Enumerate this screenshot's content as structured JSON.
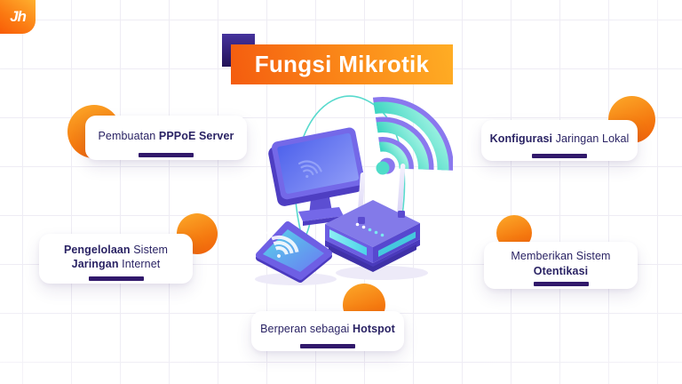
{
  "logo": {
    "text": "Jh"
  },
  "title": {
    "text": "Fungsi Mikrotik"
  },
  "cards": [
    {
      "name": "pembuatan-pppoe-server",
      "lines": [
        [
          {
            "t": "Pembuatan ",
            "bold": false
          },
          {
            "t": "PPPoE Server",
            "bold": true
          }
        ]
      ]
    },
    {
      "name": "konfigurasi-jaringan-lokal",
      "lines": [
        [
          {
            "t": "Konfigurasi ",
            "bold": true
          },
          {
            "t": "Jaringan Lokal",
            "bold": false
          }
        ]
      ]
    },
    {
      "name": "pengelolaan-sistem-jaringan-internet",
      "lines": [
        [
          {
            "t": "Pengelolaan ",
            "bold": true
          },
          {
            "t": "Sistem",
            "bold": false
          }
        ],
        [
          {
            "t": "Jaringan ",
            "bold": true
          },
          {
            "t": "Internet",
            "bold": false
          }
        ]
      ]
    },
    {
      "name": "memberikan-sistem-otentikasi",
      "lines": [
        [
          {
            "t": "Memberikan Sistem",
            "bold": false
          }
        ],
        [
          {
            "t": "Otentikasi",
            "bold": true
          }
        ]
      ]
    },
    {
      "name": "berperan-sebagai-hotspot",
      "lines": [
        [
          {
            "t": "Berperan sebagai ",
            "bold": false
          },
          {
            "t": "Hotspot",
            "bold": true
          }
        ]
      ]
    }
  ],
  "illustration": {
    "items": [
      "monitor",
      "wifi-signal",
      "wifi-router",
      "smartphone",
      "connection-lines"
    ]
  },
  "colors": {
    "accent_orange": "#f97a10",
    "banner_orange_light": "#ffad24",
    "banner_orange_deep": "#f45c0f",
    "deep_purple_bar": "#31196b",
    "title_square_purple": "#2e1d73",
    "text_navy": "#2a2364",
    "violet_device": "#6c5ce7",
    "teal": "#45d6c6",
    "grid_line": "#eeecf4"
  }
}
